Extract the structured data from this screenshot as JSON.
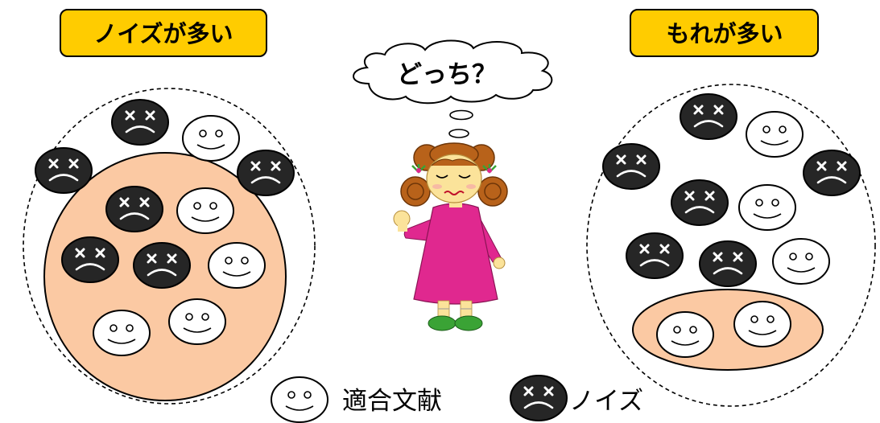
{
  "labels": {
    "left_title": "ノイズが多い",
    "right_title": "もれが多い",
    "thought": "どっち？"
  },
  "legend": {
    "relevant_label": "適合文献",
    "noise_label": "ノイズ"
  },
  "colors": {
    "label_fill": "#ffcc00",
    "retrieved_fill": "#fbc9a3",
    "noise_fill": "#262626",
    "dress": "#e0288f",
    "hair": "#b8621a",
    "skin": "#fbe39a",
    "shoes": "#3aa335"
  },
  "icons": {
    "relevant": "smiley-face-icon",
    "noise": "sad-face-icon"
  }
}
